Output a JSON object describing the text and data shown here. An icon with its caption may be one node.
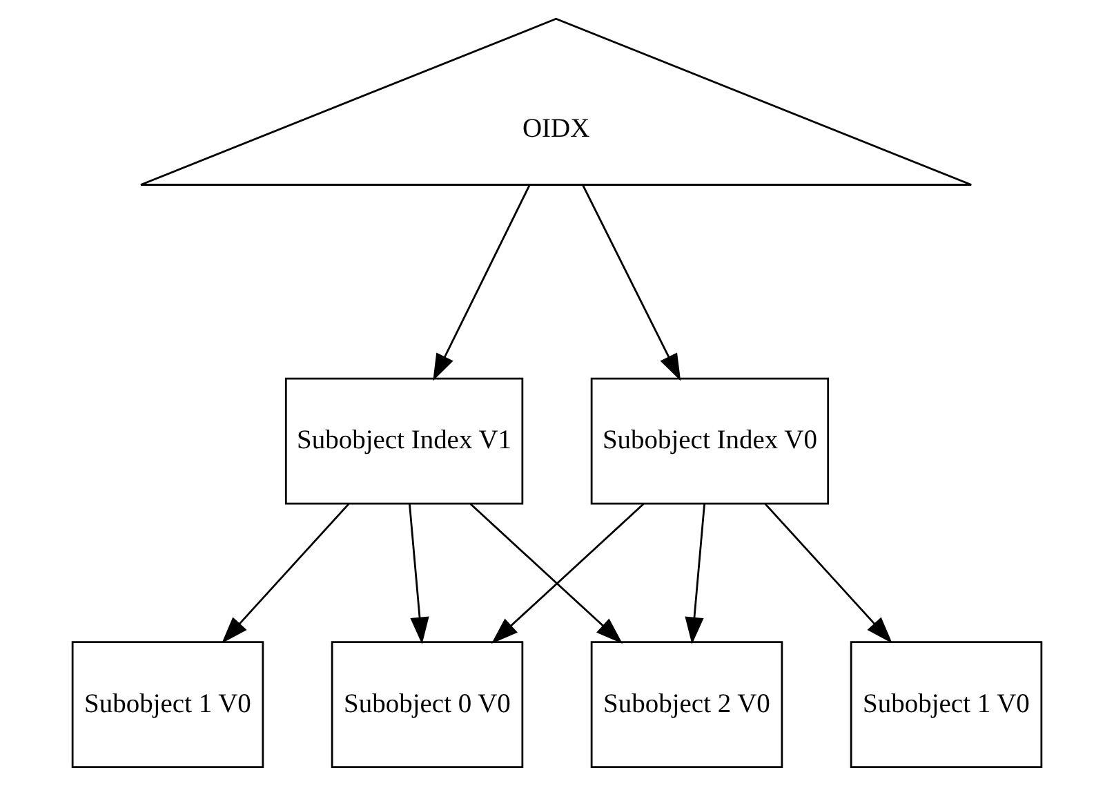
{
  "diagram": {
    "nodes": [
      {
        "text": [
          "OIDX"
        ]
      },
      {
        "text": [
          "Subobject Index V0"
        ]
      },
      {
        "text": [
          "Subobject Index V1"
        ]
      },
      {
        "text": [
          "Subobject 0 V0"
        ]
      },
      {
        "text": [
          "Subobject 1 V0"
        ]
      },
      {
        "text": [
          "Subobject 2 V0"
        ]
      },
      {
        "text": [
          "Subobject 1 V0"
        ]
      }
    ],
    "edges": [
      {
        "from": 0,
        "to": 1,
        "arrow": "to"
      },
      {
        "from": 0,
        "to": 2,
        "arrow": "to"
      },
      {
        "from": 1,
        "to": 3,
        "arrow": "to"
      },
      {
        "from": 1,
        "to": 4,
        "arrow": "to"
      },
      {
        "from": 1,
        "to": 5,
        "arrow": "to"
      },
      {
        "from": 2,
        "to": 3,
        "arrow": "to"
      },
      {
        "from": 2,
        "to": 5,
        "arrow": "to"
      },
      {
        "from": 2,
        "to": 6,
        "arrow": "to"
      }
    ]
  }
}
